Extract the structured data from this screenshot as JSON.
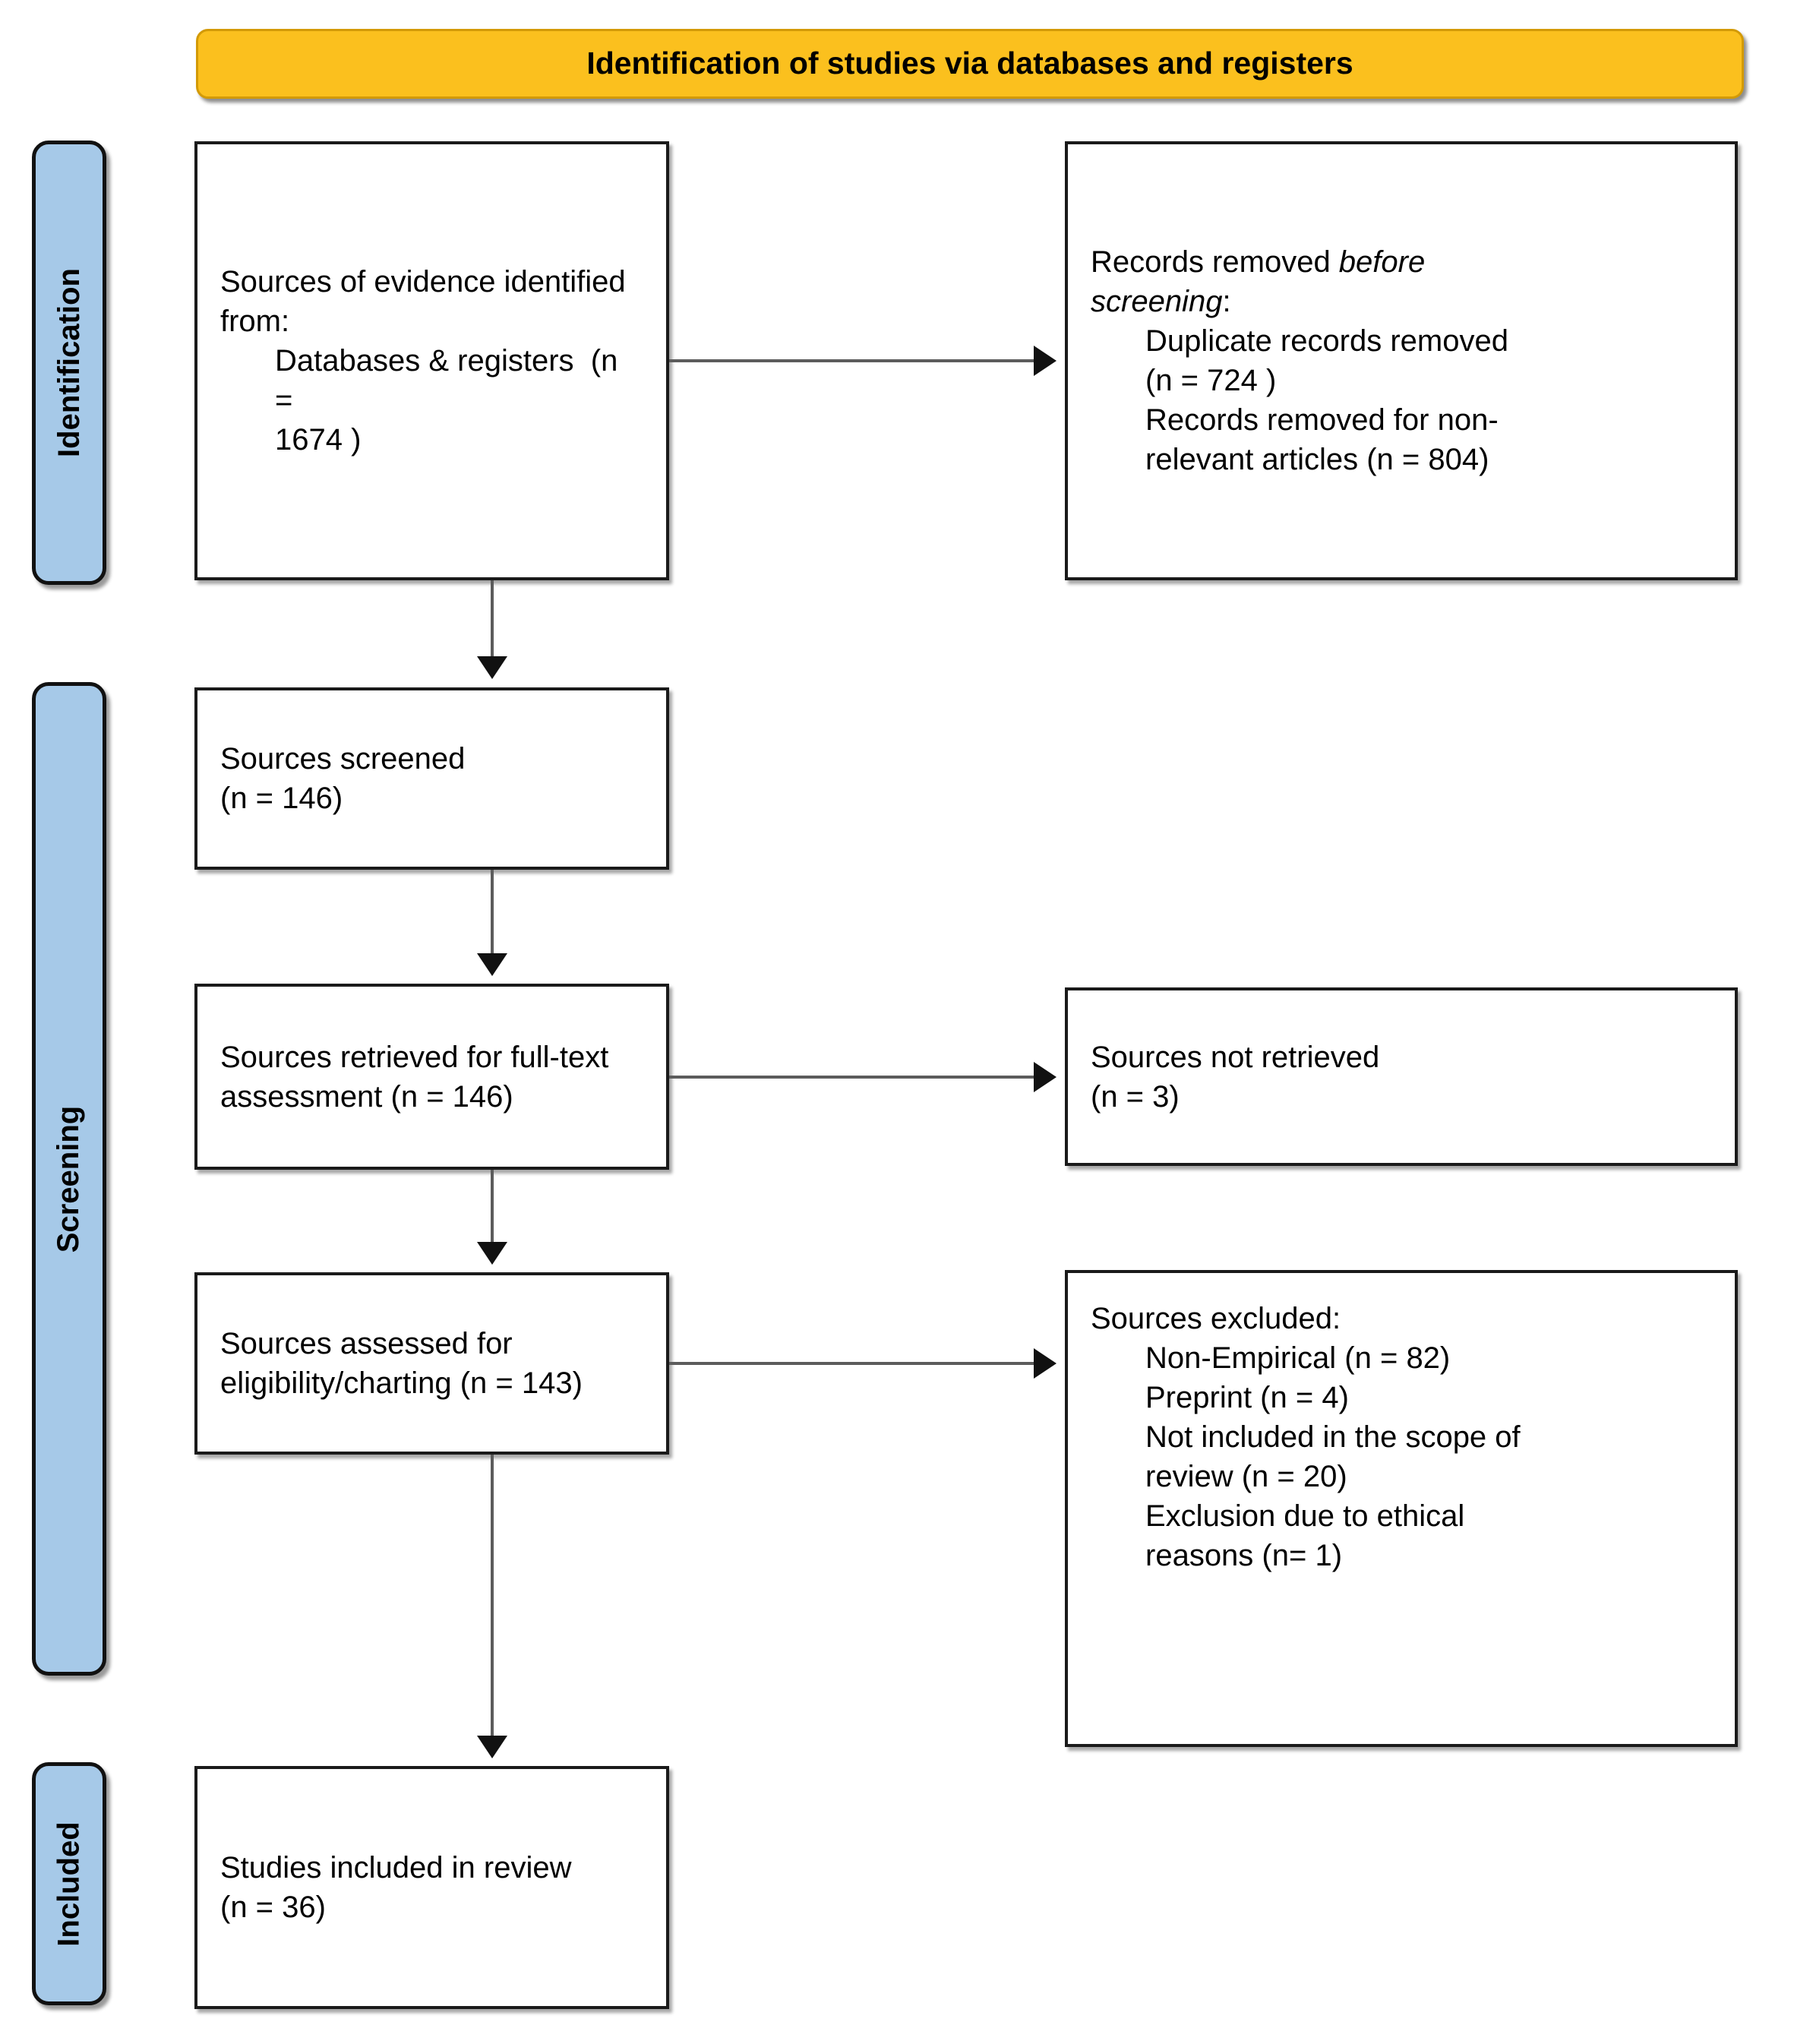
{
  "banner": {
    "title": "Identification of studies via databases and registers"
  },
  "colors": {
    "banner_fill": "#FBC01E",
    "banner_border": "#D39A06",
    "stage_fill": "#A6C9E8",
    "stage_border": "#111111",
    "box_border": "#1a1a1a",
    "connector": "#5c5c5c",
    "text": "#000000"
  },
  "stages": [
    {
      "id": "identification",
      "label": "Identification"
    },
    {
      "id": "screening",
      "label": "Screening"
    },
    {
      "id": "included",
      "label": "Included"
    }
  ],
  "boxes": {
    "identified": {
      "line1": "Sources of evidence identified",
      "line2": "from:",
      "line3": "Databases & registers  (n =",
      "line4": "1674 )"
    },
    "removed": {
      "line1_a": "Records removed ",
      "line1_b": "before",
      "line2_b": "screening",
      "line2_c": ":",
      "line3": "Duplicate records removed",
      "line4": "(n = 724 )",
      "line5": "Records removed for non-",
      "line6": "relevant articles (n = 804)"
    },
    "screened": {
      "line1": "Sources screened",
      "line2": "(n = 146)"
    },
    "retrieved": {
      "line1": "Sources retrieved for full-text",
      "line2": "assessment (n = 146)"
    },
    "not_retrieved": {
      "line1": "Sources not retrieved",
      "line2": "(n = 3)"
    },
    "assessed": {
      "line1": "Sources assessed for",
      "line2": "eligibility/charting (n = 143)"
    },
    "excluded": {
      "line1": "Sources excluded:",
      "line2": "Non-Empirical (n = 82)",
      "line3": "Preprint (n = 4)",
      "line4": "Not included in the scope of",
      "line5": "review (n = 20)",
      "line6": "Exclusion due to ethical",
      "line7": "reasons (n= 1)"
    },
    "included": {
      "line1": "Studies included in review",
      "line2": "(n = 36)"
    }
  },
  "chart_data": {
    "type": "diagram",
    "diagram_kind": "PRISMA flow diagram",
    "title": "Identification of studies via databases and registers",
    "nodes": [
      {
        "id": "identified",
        "stage": "Identification",
        "label": "Sources of evidence identified from: Databases & registers",
        "n": 1674
      },
      {
        "id": "removed",
        "stage": "Identification",
        "label": "Records removed before screening",
        "children": [
          {
            "label": "Duplicate records removed",
            "n": 724
          },
          {
            "label": "Records removed for non-relevant articles",
            "n": 804
          }
        ]
      },
      {
        "id": "screened",
        "stage": "Screening",
        "label": "Sources screened",
        "n": 146
      },
      {
        "id": "retrieved",
        "stage": "Screening",
        "label": "Sources retrieved for full-text assessment",
        "n": 146
      },
      {
        "id": "not_retrieved",
        "stage": "Screening",
        "label": "Sources not retrieved",
        "n": 3
      },
      {
        "id": "assessed",
        "stage": "Screening",
        "label": "Sources assessed for eligibility/charting",
        "n": 143
      },
      {
        "id": "excluded",
        "stage": "Screening",
        "label": "Sources excluded",
        "children": [
          {
            "label": "Non-Empirical",
            "n": 82
          },
          {
            "label": "Preprint",
            "n": 4
          },
          {
            "label": "Not included in the scope of review",
            "n": 20
          },
          {
            "label": "Exclusion due to ethical reasons",
            "n": 1
          }
        ]
      },
      {
        "id": "included",
        "stage": "Included",
        "label": "Studies included in review",
        "n": 36
      }
    ],
    "edges": [
      {
        "from": "identified",
        "to": "removed",
        "direction": "right"
      },
      {
        "from": "identified",
        "to": "screened",
        "direction": "down"
      },
      {
        "from": "screened",
        "to": "retrieved",
        "direction": "down"
      },
      {
        "from": "retrieved",
        "to": "not_retrieved",
        "direction": "right"
      },
      {
        "from": "retrieved",
        "to": "assessed",
        "direction": "down"
      },
      {
        "from": "assessed",
        "to": "excluded",
        "direction": "right"
      },
      {
        "from": "assessed",
        "to": "included",
        "direction": "down"
      }
    ]
  }
}
